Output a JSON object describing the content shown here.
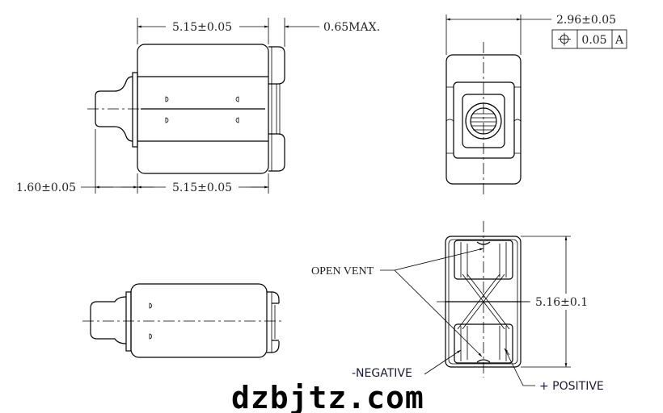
{
  "dimensions": {
    "top_length": "5.15±0.05",
    "cap_max": "0.65MAX.",
    "terminal_length": "1.60±0.05",
    "bottom_length": "5.15±0.05",
    "width": "2.96±0.05",
    "height": "5.16±0.1"
  },
  "tolerance_frame": {
    "symbol": "⌖",
    "value": "0.05",
    "datum": "A"
  },
  "labels": {
    "open_vent": "OPEN  VENT",
    "negative": "-NEGATIVE",
    "positive": "+ POSITIVE"
  },
  "watermark": "dzbjtz.com"
}
